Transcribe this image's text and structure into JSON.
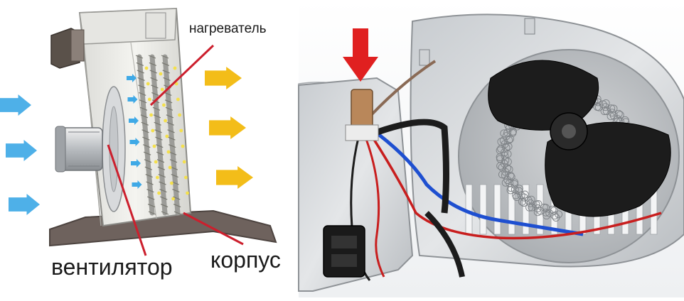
{
  "diagram": {
    "labels": {
      "heater": "нагреватель",
      "fan": "вентилятор",
      "body": "корпус"
    },
    "colors": {
      "pointer_line": "#cc1f2d",
      "inflow_arrow": "#3fa9e6",
      "outflow_arrow": "#f2b705",
      "heat_dots": "#f4e04d",
      "housing": "#eeeeea",
      "base_plate": "#6e625d"
    }
  },
  "photo": {
    "colors": {
      "highlight_arrow": "#e02020",
      "casing": "#d9dcde",
      "fan_blade": "#1c1c1c",
      "wire_blue": "#1e4fd0",
      "wire_red": "#c81e1e",
      "wire_brown": "#8a6a55"
    }
  }
}
